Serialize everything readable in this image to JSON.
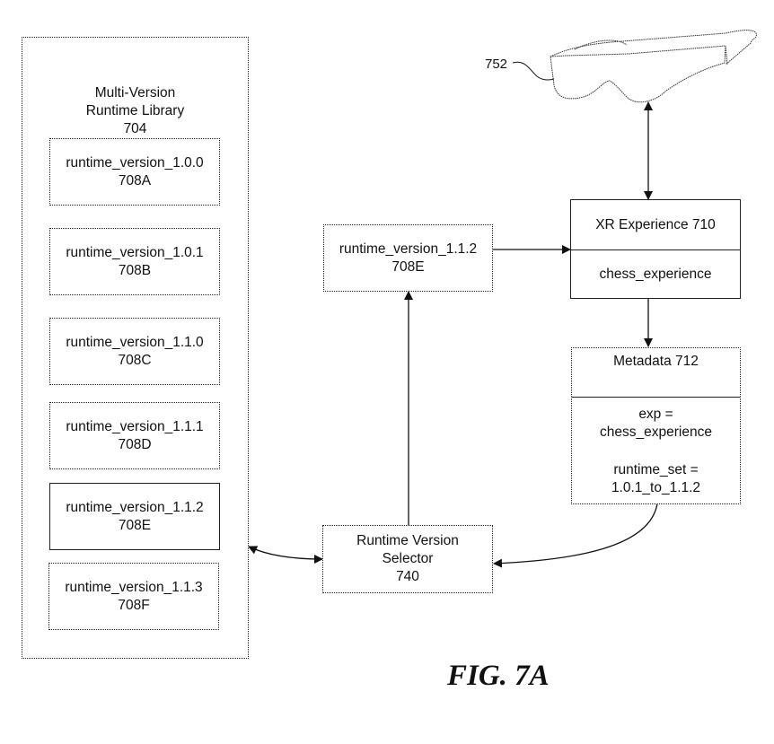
{
  "library": {
    "title_line1": "Multi-Version",
    "title_line2": "Runtime Library",
    "ref": "704",
    "versions": [
      {
        "name": "runtime_version_1.0.0",
        "ref": "708A"
      },
      {
        "name": "runtime_version_1.0.1",
        "ref": "708B"
      },
      {
        "name": "runtime_version_1.1.0",
        "ref": "708C"
      },
      {
        "name": "runtime_version_1.1.1",
        "ref": "708D"
      },
      {
        "name": "runtime_version_1.1.2",
        "ref": "708E"
      },
      {
        "name": "runtime_version_1.1.3",
        "ref": "708F"
      }
    ]
  },
  "selected_runtime": {
    "name": "runtime_version_1.1.2",
    "ref": "708E"
  },
  "selector": {
    "line1": "Runtime Version",
    "line2": "Selector",
    "ref": "740"
  },
  "xr_experience": {
    "title": "XR Experience 710",
    "value": "chess_experience"
  },
  "metadata": {
    "title": "Metadata 712",
    "exp_label": "exp =",
    "exp_value": "chess_experience",
    "runtime_set_label": "runtime_set =",
    "runtime_set_value": "1.0.1_to_1.1.2"
  },
  "headset": {
    "ref": "752"
  },
  "figure_label": "FIG. 7A"
}
